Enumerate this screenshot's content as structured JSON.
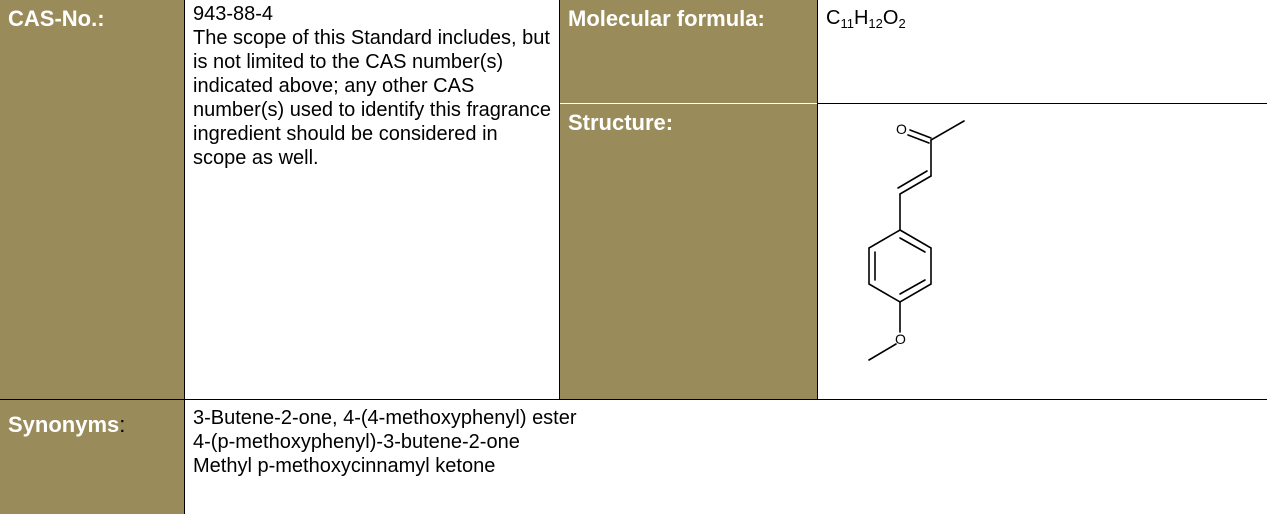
{
  "cas": {
    "label": "CAS-No.:",
    "number": "943-88-4",
    "scope_note": "The scope of this Standard includes, but is not limited to the CAS number(s) indicated above; any other CAS number(s) used to identify this fragrance ingredient should be considered in scope as well."
  },
  "molecular_formula": {
    "label": "Molecular formula:",
    "parts": [
      {
        "element": "C",
        "count": "11"
      },
      {
        "element": "H",
        "count": "12"
      },
      {
        "element": "O",
        "count": "2"
      }
    ]
  },
  "structure": {
    "label": "Structure:",
    "atom_labels": {
      "carbonyl_oxygen": "O",
      "ether_oxygen": "O"
    }
  },
  "synonyms": {
    "label": "Synonyms",
    "colon": ":",
    "items": [
      "3-Butene-2-one, 4-(4-methoxyphenyl) ester",
      "4-(p-methoxyphenyl)-3-butene-2-one",
      "Methyl p-methoxycinnamyl ketone"
    ]
  },
  "colors": {
    "label_background": "#9a8c5a",
    "label_text": "#ffffff",
    "border": "#000000"
  }
}
